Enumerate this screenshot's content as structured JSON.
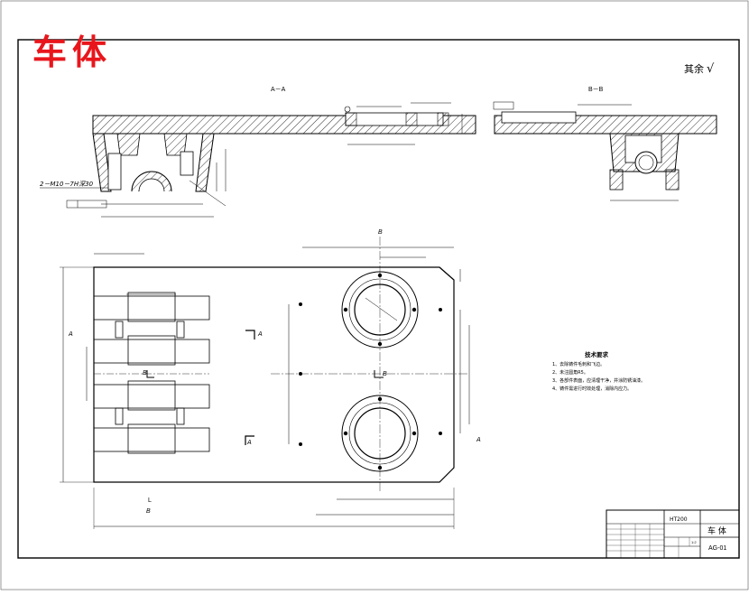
{
  "document": {
    "title": "车体",
    "roughness_note": "其余",
    "roughness_symbol": "√"
  },
  "views": {
    "section_aa": "A－A",
    "section_bb": "B－B",
    "label_a": "A",
    "label_b": "B",
    "label_l": "L",
    "thread_note": "2－M10－7H深30"
  },
  "tech_requirements": {
    "title": "技术要求",
    "items": [
      "1、去除铸件毛刺和飞边。",
      "2、未注圆角R5。",
      "3、各部件表面，应清理干净，并涂防锈油漆。",
      "4、铸件需进行时效处理，消除内应力。"
    ]
  },
  "title_block": {
    "material": "HT200",
    "name": "车 体",
    "drawing_no": "AG-01",
    "scale": "1:2"
  }
}
